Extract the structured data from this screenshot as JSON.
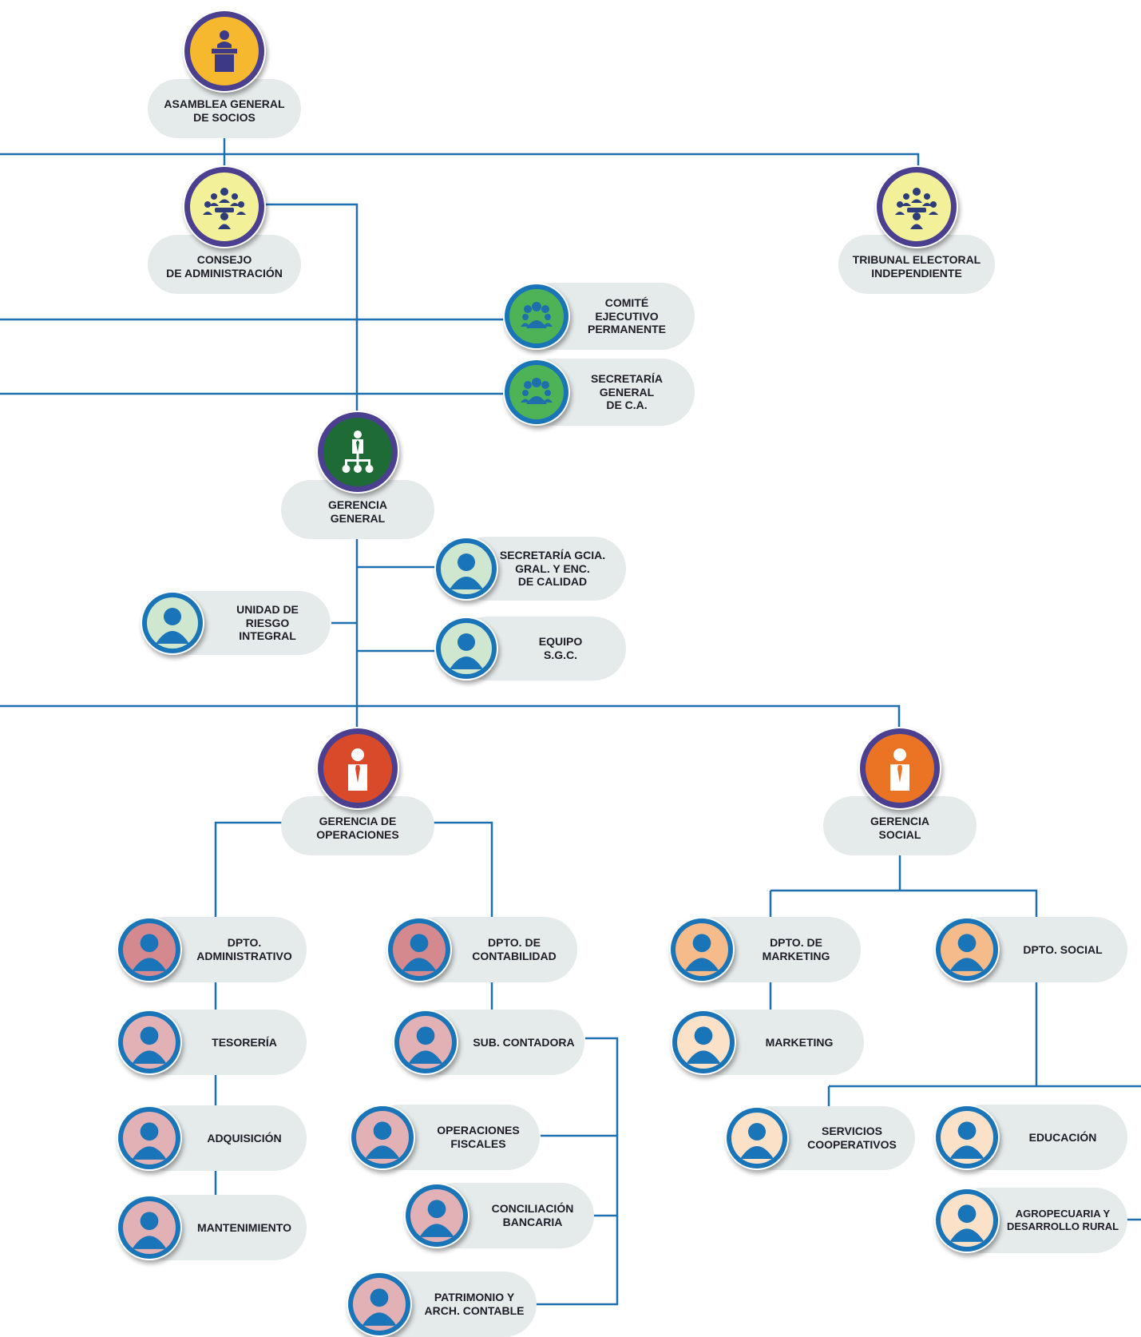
{
  "colors": {
    "line": "#1d6fb0",
    "pill": "#e5eaea",
    "ring_blue": "#1a74b8",
    "ring_purple": "#4b3f8f",
    "ring_green": "#1b6e3b"
  },
  "nodes": {
    "asamblea": {
      "label": "ASAMBLEA GENERAL\nDE SOCIOS",
      "icon": "podium-speaker-icon",
      "fill": "#f5b82e"
    },
    "consejo": {
      "label": "CONSEJO\nDE ADMINISTRACIÓN",
      "icon": "meeting-group-icon",
      "fill": "#f3f09a"
    },
    "tribunal": {
      "label": "TRIBUNAL ELECTORAL\nINDEPENDIENTE",
      "icon": "meeting-group-icon",
      "fill": "#f3f09a"
    },
    "comite": {
      "label": "COMITÉ\nEJECUTIVO\nPERMANENTE",
      "icon": "people-group-icon",
      "fill": "#4db356"
    },
    "secretaria_ca": {
      "label": "SECRETARÍA\nGENERAL\nDE C.A.",
      "icon": "people-group-icon",
      "fill": "#4db356"
    },
    "gerencia_general": {
      "label": "GERENCIA\nGENERAL",
      "icon": "org-hierarchy-icon",
      "fill": "#1e6b36"
    },
    "secretaria_gcia": {
      "label": "SECRETARÍA GCIA.\nGRAL. Y ENC.\nDE CALIDAD",
      "icon": "person-icon",
      "fill": "#cfe6cf"
    },
    "unidad_riesgo": {
      "label": "UNIDAD DE\nRIESGO\nINTEGRAL",
      "icon": "person-icon",
      "fill": "#cfe6cf"
    },
    "equipo_sgc": {
      "label": "EQUIPO\nS.G.C.",
      "icon": "person-icon",
      "fill": "#cfe6cf"
    },
    "gerencia_operaciones": {
      "label": "GERENCIA DE\nOPERACIONES",
      "icon": "manager-tie-icon",
      "fill": "#d94a2a"
    },
    "gerencia_social": {
      "label": "GERENCIA\nSOCIAL",
      "icon": "manager-tie-icon",
      "fill": "#ea7424"
    },
    "dpto_administrativo": {
      "label": "DPTO.\nADMINISTRATIVO",
      "icon": "person-icon",
      "fill": "#d4898f"
    },
    "tesoreria": {
      "label": "TESORERÍA",
      "icon": "person-icon",
      "fill": "#e2b1b5"
    },
    "adquisicion": {
      "label": "ADQUISICIÓN",
      "icon": "person-icon",
      "fill": "#e2b1b5"
    },
    "mantenimiento": {
      "label": "MANTENIMIENTO",
      "icon": "person-icon",
      "fill": "#e2b1b5"
    },
    "dpto_contabilidad": {
      "label": "DPTO. DE\nCONTABILIDAD",
      "icon": "person-icon",
      "fill": "#d4898f"
    },
    "sub_contadora": {
      "label": "SUB. CONTADORA",
      "icon": "person-icon",
      "fill": "#e2b1b5"
    },
    "operaciones_fiscales": {
      "label": "OPERACIONES\nFISCALES",
      "icon": "person-icon",
      "fill": "#e2b1b5"
    },
    "conciliacion": {
      "label": "CONCILIACIÓN\nBANCARIA",
      "icon": "person-icon",
      "fill": "#e2b1b5"
    },
    "patrimonio": {
      "label": "PATRIMONIO Y\nARCH. CONTABLE",
      "icon": "person-icon",
      "fill": "#e2b1b5"
    },
    "dpto_marketing": {
      "label": "DPTO. DE\nMARKETING",
      "icon": "person-icon",
      "fill": "#f6bb8a"
    },
    "dpto_social": {
      "label": "DPTO. SOCIAL",
      "icon": "person-icon",
      "fill": "#f6bb8a"
    },
    "marketing": {
      "label": "MARKETING",
      "icon": "person-icon",
      "fill": "#fbe1c8"
    },
    "servicios": {
      "label": "SERVICIOS\nCOOPERATIVOS",
      "icon": "person-icon",
      "fill": "#fbe1c8"
    },
    "educacion": {
      "label": "EDUCACIÓN",
      "icon": "person-icon",
      "fill": "#fbe1c8"
    },
    "agropecuaria": {
      "label": "AGROPECUARIA Y\nDESARROLLO RURAL",
      "icon": "person-icon",
      "fill": "#fbe1c8"
    }
  }
}
